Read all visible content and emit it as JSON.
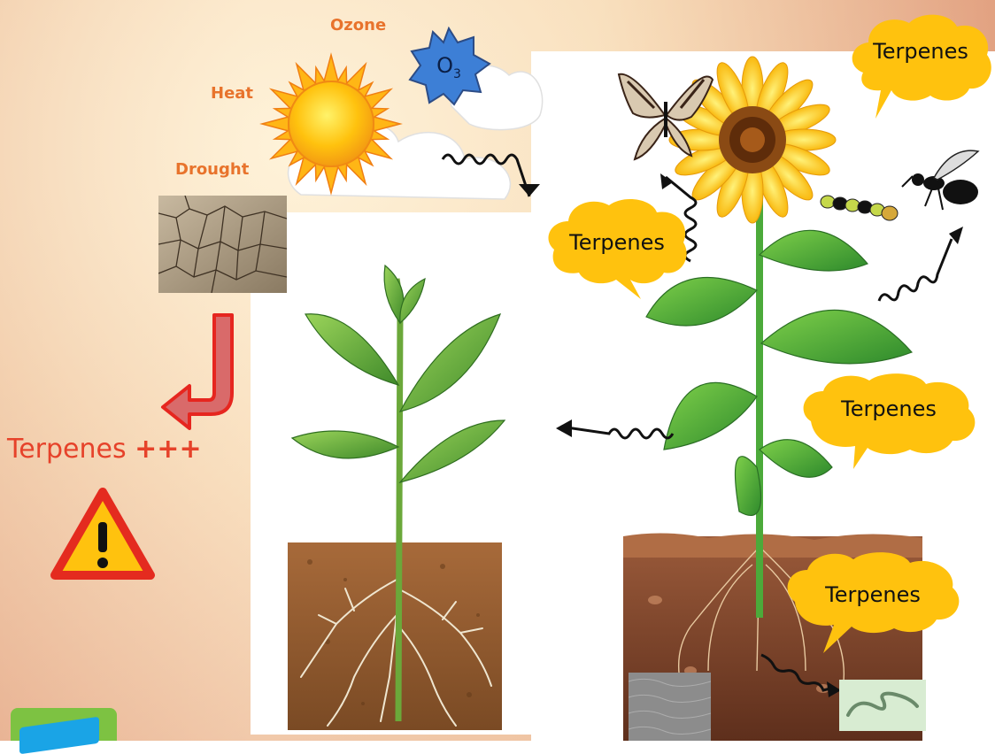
{
  "labels": {
    "ozone": "Ozone",
    "heat": "Heat",
    "drought": "Drought",
    "o3_main": "O",
    "o3_sub": "3",
    "terpenes_increase": "Terpenes",
    "plus": "+++"
  },
  "clouds": [
    {
      "text": "Terpenes"
    },
    {
      "text": "Terpenes"
    },
    {
      "text": "Terpenes"
    },
    {
      "text": "Terpenes"
    }
  ],
  "colors": {
    "label_orange": "#e8732c",
    "terpenes_red": "#e6422a",
    "cloud_yellow": "#ffc20e",
    "ozone_blue": "#3d7fd6",
    "warning_red": "#e42b1f",
    "warning_yellow": "#ffc20e"
  },
  "icons": [
    "sun-icon",
    "ozone-star-icon",
    "warning-icon",
    "butterfly-icon",
    "wasp-icon",
    "caterpillar-icon",
    "nematode-icon",
    "curved-arrow-icon"
  ]
}
